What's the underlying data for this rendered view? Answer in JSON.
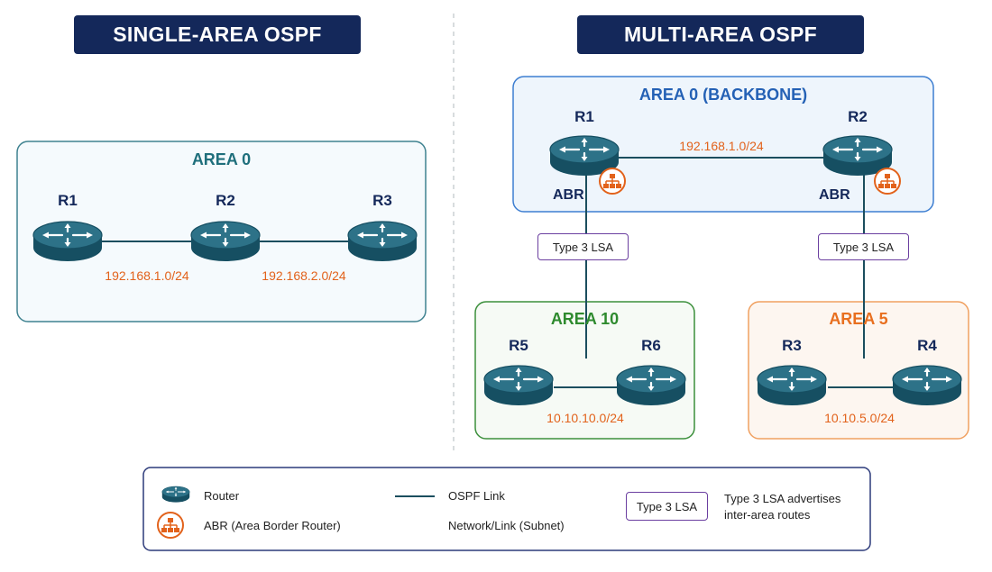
{
  "single_area": {
    "title": "SINGLE-AREA OSPF",
    "area_label": "AREA 0",
    "routers": [
      "R1",
      "R2",
      "R3"
    ],
    "subnets": [
      "192.168.1.0/24",
      "192.168.2.0/24"
    ]
  },
  "multi_area": {
    "title": "MULTI-AREA OSPF",
    "backbone": {
      "label": "AREA 0 (BACKBONE)",
      "routers": [
        "R1",
        "R2"
      ],
      "subnet": "192.168.1.0/24",
      "abr_labels": [
        "ABR",
        "ABR"
      ]
    },
    "lsa_labels": [
      "Type 3 LSA",
      "Type 3 LSA"
    ],
    "area10": {
      "label": "AREA 10",
      "routers": [
        "R5",
        "R6"
      ],
      "subnet": "10.10.10.0/24"
    },
    "area5": {
      "label": "AREA 5",
      "routers": [
        "R3",
        "R4"
      ],
      "subnet": "10.10.5.0/24"
    }
  },
  "legend": {
    "router": "Router",
    "abr": "ABR (Area Border Router)",
    "ospf_link": "OSPF Link",
    "network_link": "Network/Link (Subnet)",
    "lsa_tag": "Type 3 LSA",
    "lsa_desc_1": "Type 3 LSA advertises",
    "lsa_desc_2": "inter-area routes"
  },
  "colors": {
    "navy": "#14285a",
    "router_teal": "#1e5f74",
    "link": "#1b4e5e",
    "orange": "#e2621b",
    "area0_border": "#3f8290",
    "backbone_border": "#3d7ed1",
    "area10_border": "#3b8f3b",
    "area5_border": "#f0a060",
    "purple": "#6b3fa0"
  }
}
